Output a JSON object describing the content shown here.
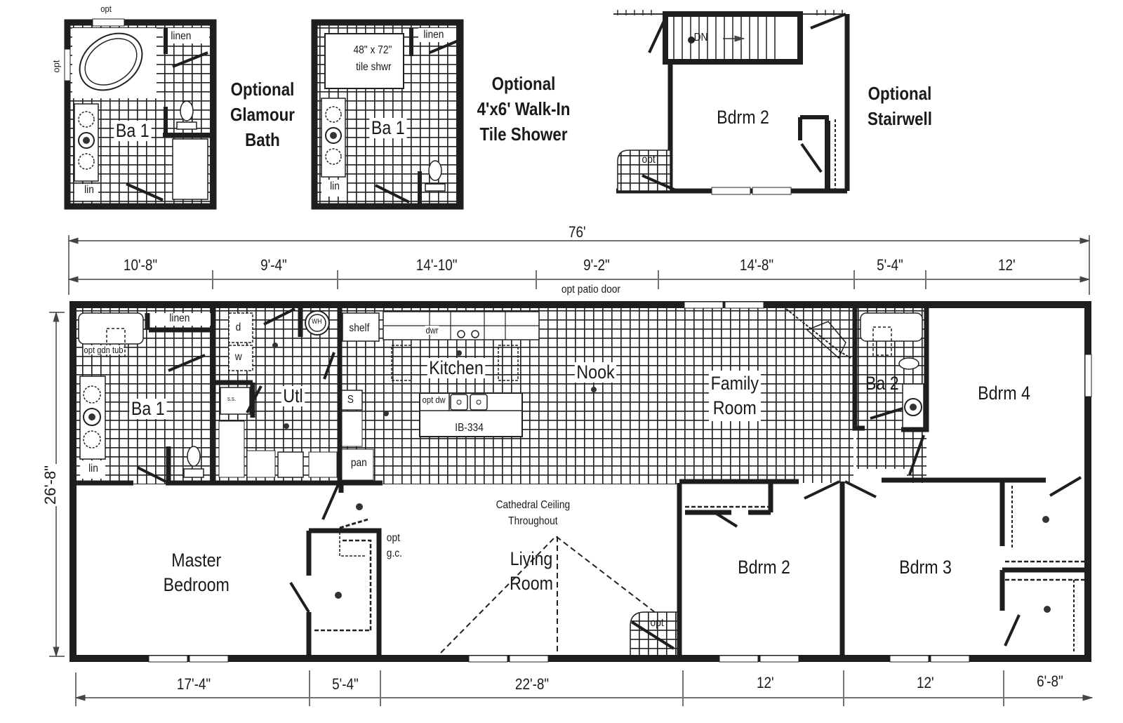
{
  "optional_layouts": [
    {
      "title_lines": [
        "Optional",
        "Glamour",
        "Bath"
      ],
      "room": "Ba 1",
      "labels": {
        "top_opt": "opt",
        "side_opt": "opt",
        "linen": "linen",
        "lin": "lin"
      }
    },
    {
      "title_lines": [
        "Optional",
        "4'x6' Walk-In",
        "Tile Shower"
      ],
      "room": "Ba 1",
      "labels": {
        "shower_size": "48\" x 72\"",
        "shower_type": "tile shwr",
        "linen": "linen",
        "lin": "lin"
      }
    },
    {
      "title_lines": [
        "Optional",
        "Stairwell"
      ],
      "room": "Bdrm 2",
      "labels": {
        "stairs": "DN",
        "opt": "opt"
      }
    }
  ],
  "dimensions": {
    "overall_width": "76'",
    "overall_depth": "26'-8\"",
    "top": [
      "10'-8\"",
      "9'-4\"",
      "14'-10\"",
      "9'-2\"",
      "14'-8\"",
      "5'-4\"",
      "12'"
    ],
    "bottom": [
      "17'-4\"",
      "5'-4\"",
      "22'-8\"",
      "12'",
      "12'",
      "6'-8\""
    ]
  },
  "rooms": {
    "ba1": "Ba 1",
    "utl": "Utl",
    "kitchen": "Kitchen",
    "nook": "Nook",
    "family_room": [
      "Family",
      "Room"
    ],
    "ba2": "Ba 2",
    "bdrm4": "Bdrm 4",
    "master_bedroom": [
      "Master",
      "Bedroom"
    ],
    "living_room": [
      "Living",
      "Room"
    ],
    "bdrm2": "Bdrm 2",
    "bdrm3": "Bdrm 3"
  },
  "fixtures": {
    "linen": "linen",
    "opt_gdn_tub": "opt gdn tub",
    "lin": "lin",
    "dryer": "d",
    "washer": "w",
    "water_heater": "WH",
    "shelf": "shelf",
    "sink_utl": "s.s.",
    "s": "S",
    "pantry": "pan",
    "dwr": "dwr",
    "opt_dw": "opt dw",
    "island": "IB-334",
    "opt_gc": [
      "opt",
      "g.c."
    ],
    "opt_fireplace": "opt"
  },
  "notes": {
    "patio": "opt patio door",
    "cathedral": [
      "Cathedral Ceiling",
      "Throughout"
    ]
  },
  "colors": {
    "wall": "#1e1e1e",
    "tile": "#2a2a2a",
    "background": "#ffffff"
  }
}
